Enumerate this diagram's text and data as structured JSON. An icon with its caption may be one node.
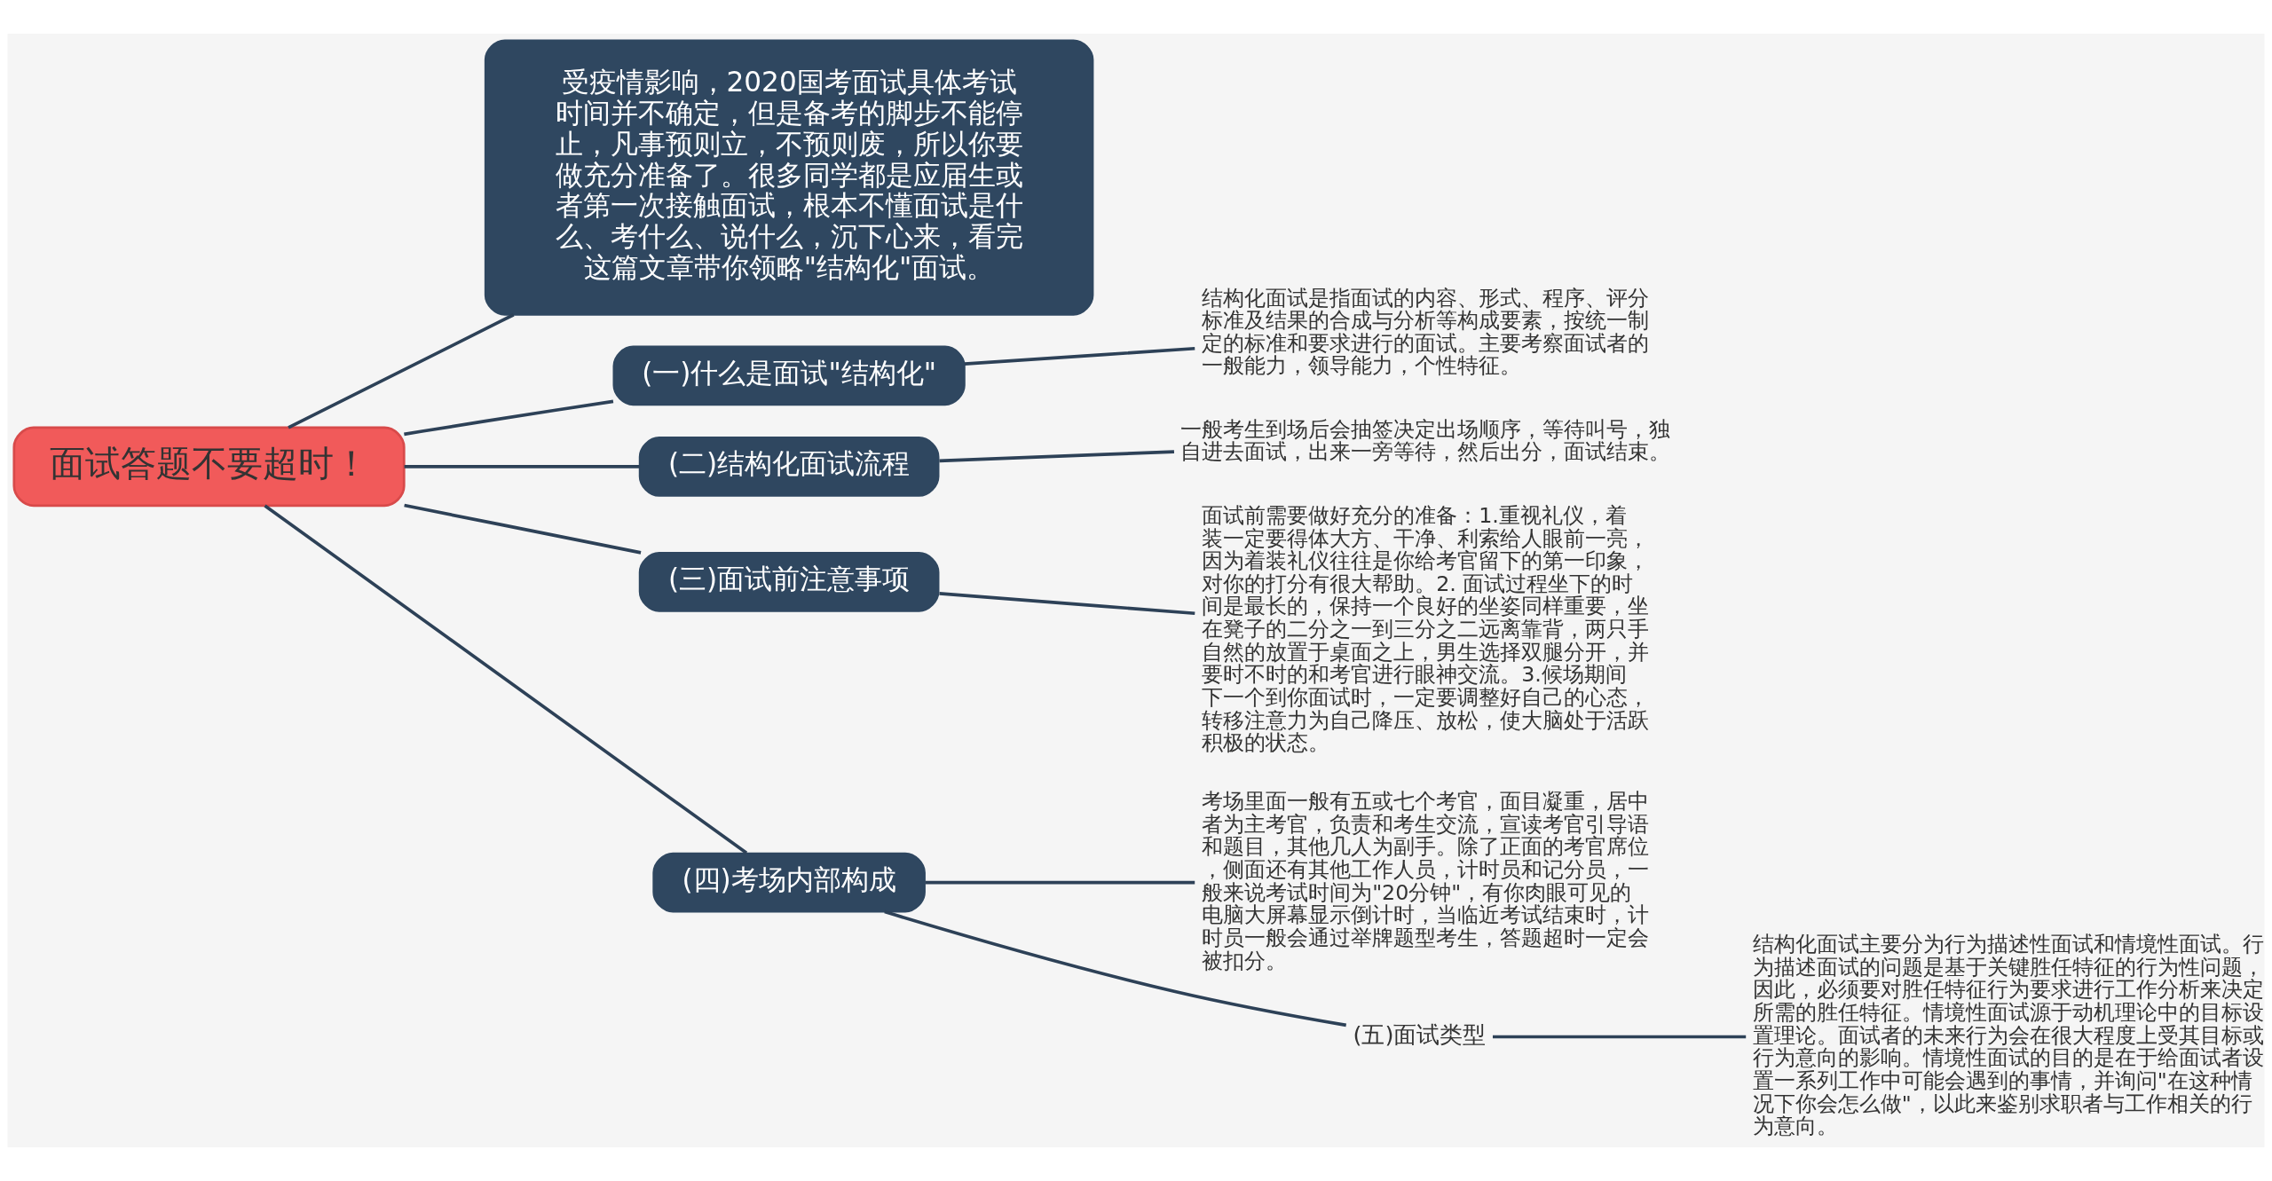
{
  "diagram": {
    "nodes": [
      {
        "text": [
          "面试答题不要超时！"
        ]
      },
      {
        "text": [
          "受疫情影响，2020国考面试具体考试时间并不确定，但是备考的脚步不能停止，凡事预则立，不预则废，所以你要做充分准备了。很多同学都是应届生或者第一次接触面试，根本不懂面试是什么、考什么、说什么，沉下心来，看完这篇文章带你领略\"结构化\"面试。"
        ]
      },
      {
        "text": [
          "(一)什么是面试\"结构化\""
        ]
      },
      {
        "text": [
          "结构化面试是指面试的内容、形式、程序、评分标准及结果的合成与分析等构成要素，按统一制定的标准和要求进行的面试。主要考察面试者的一般能力，领导能力，个性特征。"
        ]
      },
      {
        "text": [
          "(二)结构化面试流程"
        ]
      },
      {
        "text": [
          "一般考生到场后会抽签决定出场顺序，等待叫号，独自进去面试，出来一旁等待，然后出分，面试结束。"
        ]
      },
      {
        "text": [
          "(三)面试前注意事项"
        ]
      },
      {
        "text": [
          "面试前需要做好充分的准备：1.重视礼仪，着装一定要得体大方、干净、利索给人眼前一亮，因为着装礼仪往往是你给考官留下的第一印象，对你的打分有很大帮助。2. 面试过程坐下的时间是最长的，保持一个良好的坐姿同样重要，坐在凳子的二分之一到三分之二远离靠背，两只手自然的放置于桌面之上，男生选择双腿分开，并要时不时的和考官进行眼神交流。3.候场期间下一个到你面试时，一定要调整好自己的心态，转移注意力为自己降压、放松，使大脑处于活跃积极的状态。"
        ]
      },
      {
        "text": [
          "(四)考场内部构成"
        ]
      },
      {
        "text": [
          "考场里面一般有五或七个考官，面目凝重，居中者为主考官，负责和考生交流，宣读考官引导语和题目，其他几人为副手。除了正面的考官席位，侧面还有其他工作人员，计时员和记分员，一般来说考试时间为\"20分钟\"，有你肉眼可见的电脑大屏幕显示倒计时，当临近考试结束时，计时员一般会通过举牌题型考生，答题超时一定会被扣分。"
        ]
      },
      {
        "text": [
          "(五)面试类型"
        ]
      },
      {
        "text": [
          "结构化面试主要分为行为描述性面试和情境性面试。行为描述面试的问题是基于关键胜任特征的行为性问题，因此，必须要对胜任特征行为要求进行工作分析来决定所需的胜任特征。情境性面试源于动机理论中的目标设置理论。面试者的未来行为会在很大程度上受其目标或行为意向的影响。情境性面试的目的是在于给面试者设置一系列工作中可能会遇到的事情，并询问\"在这种情况下你会怎么做\"，以此来鉴别求职者与工作相关的行为意向。"
        ]
      }
    ],
    "edges": [
      {
        "from": 0,
        "to": 1,
        "arrow": "none"
      },
      {
        "from": 0,
        "to": 2,
        "arrow": "none"
      },
      {
        "from": 2,
        "to": 3,
        "arrow": "none"
      },
      {
        "from": 0,
        "to": 4,
        "arrow": "none"
      },
      {
        "from": 4,
        "to": 5,
        "arrow": "none"
      },
      {
        "from": 0,
        "to": 6,
        "arrow": "none"
      },
      {
        "from": 6,
        "to": 7,
        "arrow": "none"
      },
      {
        "from": 0,
        "to": 8,
        "arrow": "none"
      },
      {
        "from": 8,
        "to": 9,
        "arrow": "none"
      },
      {
        "from": 8,
        "to": 10,
        "arrow": "none"
      },
      {
        "from": 10,
        "to": 11,
        "arrow": "none"
      }
    ]
  }
}
